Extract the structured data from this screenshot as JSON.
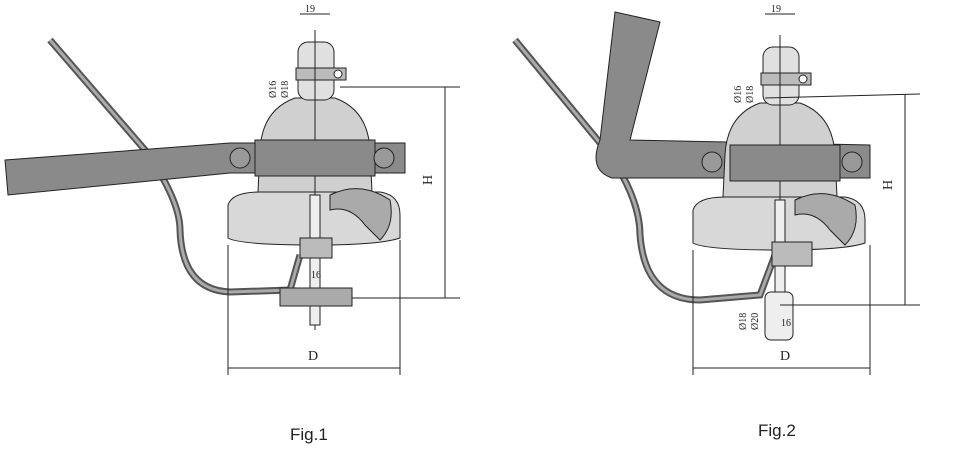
{
  "figures": [
    {
      "caption": "Fig.1",
      "labels": {
        "pin_width": "19",
        "dia_a": "Ø16",
        "dia_b": "Ø18",
        "height": "H",
        "bolt_width": "16",
        "diameter": "D"
      }
    },
    {
      "caption": "Fig.2",
      "labels": {
        "pin_width": "19",
        "dia_a": "Ø16",
        "dia_b": "Ø18",
        "height": "H",
        "bottom_dia_a": "Ø18",
        "bottom_dia_b": "Ø20",
        "bolt_width": "16",
        "diameter": "D"
      }
    }
  ],
  "colors": {
    "metal": "#8a8a8a",
    "porcelain": "#d4d4d4",
    "line": "#222222"
  }
}
